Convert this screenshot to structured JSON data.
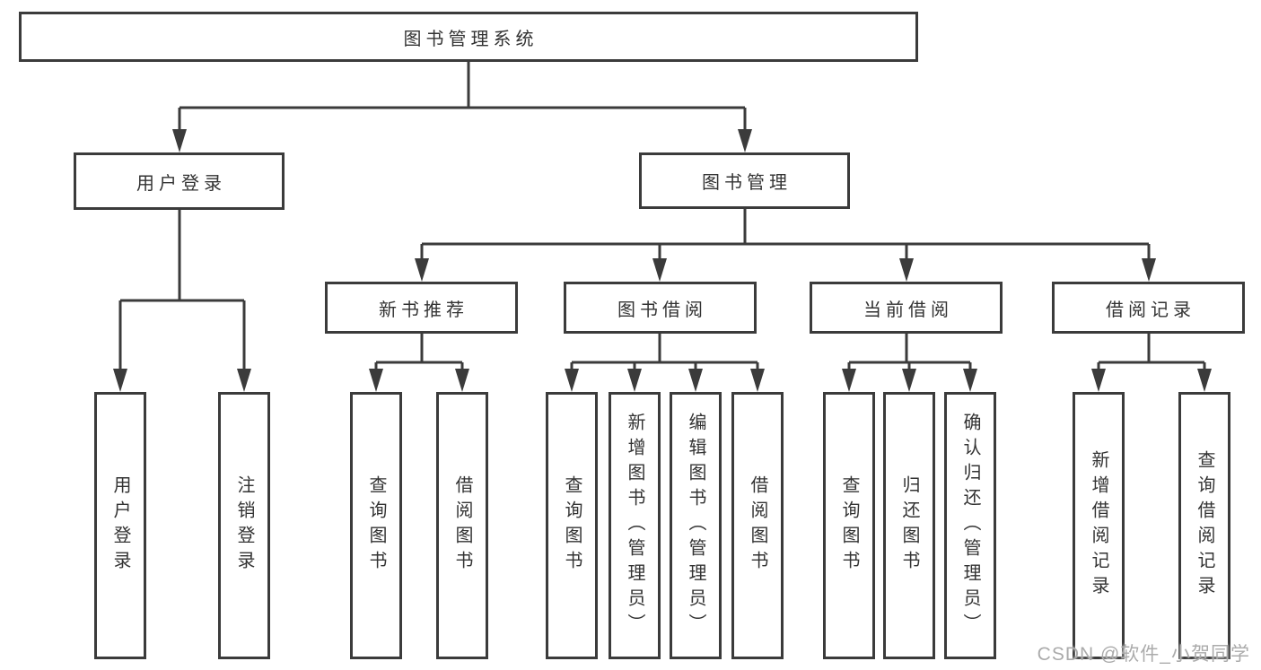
{
  "nodes": {
    "root": {
      "label": "图书管理系统"
    },
    "level2": [
      {
        "label": "用户登录"
      },
      {
        "label": "图书管理"
      }
    ],
    "level3": [
      {
        "parent": "图书管理",
        "label": "新书推荐"
      },
      {
        "parent": "图书管理",
        "label": "图书借阅"
      },
      {
        "parent": "图书管理",
        "label": "当前借阅"
      },
      {
        "parent": "图书管理",
        "label": "借阅记录"
      }
    ],
    "leaves": [
      {
        "parent": "用户登录",
        "label": "用户登录"
      },
      {
        "parent": "用户登录",
        "label": "注销登录"
      },
      {
        "parent": "新书推荐",
        "label": "查询图书"
      },
      {
        "parent": "新书推荐",
        "label": "借阅图书"
      },
      {
        "parent": "图书借阅",
        "label": "查询图书"
      },
      {
        "parent": "图书借阅",
        "label": "新增图书（管理员）"
      },
      {
        "parent": "图书借阅",
        "label": "编辑图书（管理员）"
      },
      {
        "parent": "图书借阅",
        "label": "借阅图书"
      },
      {
        "parent": "当前借阅",
        "label": "查询图书"
      },
      {
        "parent": "当前借阅",
        "label": "归还图书"
      },
      {
        "parent": "当前借阅",
        "label": "确认归还（管理员）"
      },
      {
        "parent": "借阅记录",
        "label": "新增借阅记录"
      },
      {
        "parent": "借阅记录",
        "label": "查询借阅记录"
      }
    ]
  },
  "watermark": {
    "text": "CSDN @软件_小贺同学"
  },
  "colors": {
    "line": "#3b3b3b",
    "text": "#333333",
    "background": "#ffffff",
    "watermark": "#ababab"
  }
}
